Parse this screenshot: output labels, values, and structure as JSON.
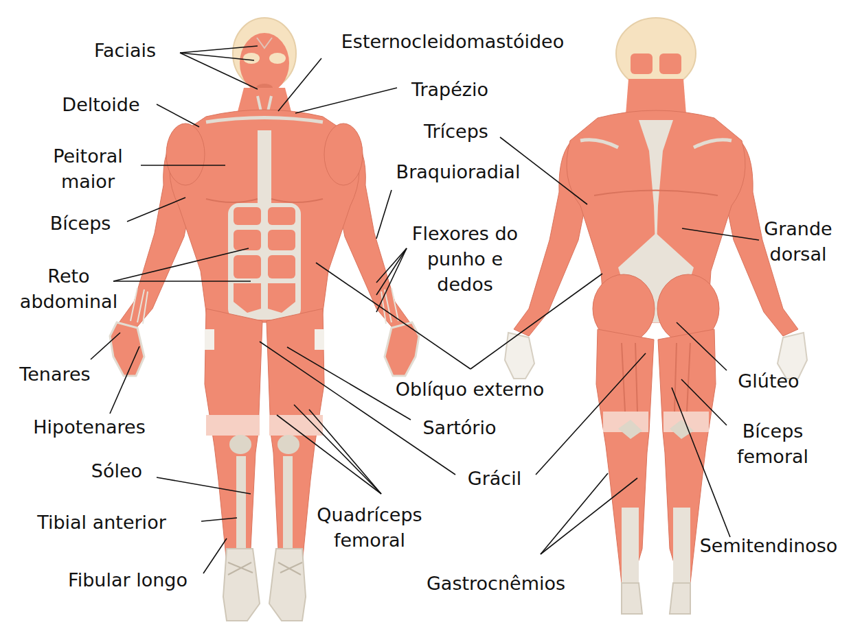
{
  "diagram": {
    "labels": [
      "Faciais",
      "Esternocleidomastóideo",
      "Deltoide",
      "Trapézio",
      "Tríceps",
      "Peitoral maior",
      "Braquioradial",
      "Bíceps",
      "Flexores do punho e dedos",
      "Grande dorsal",
      "Reto abdominal",
      "Tenares",
      "Oblíquo externo",
      "Glúteo",
      "Hipotenares",
      "Sartório",
      "Bíceps femoral",
      "Sóleo",
      "Grácil",
      "Tibial anterior",
      "Quadríceps femoral",
      "Semitendinoso",
      "Fibular longo",
      "Gastrocnêmios"
    ]
  }
}
